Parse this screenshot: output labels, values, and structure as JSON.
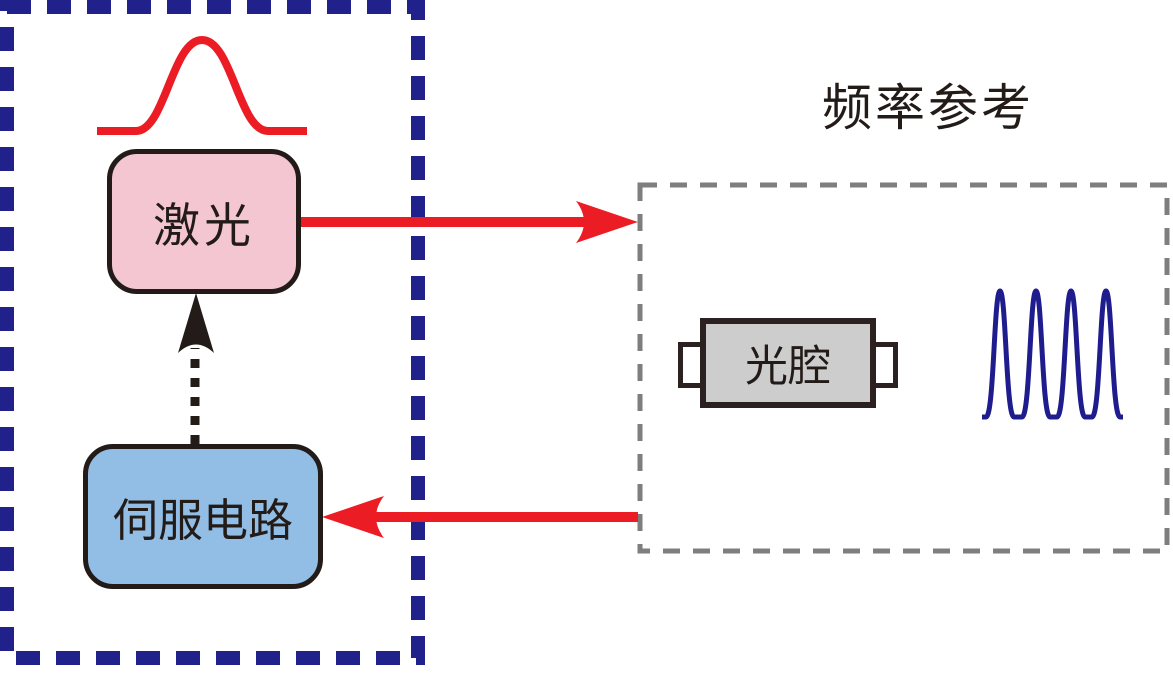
{
  "title": {
    "text": "频率参考"
  },
  "laser": {
    "label": "激光"
  },
  "servo": {
    "label": "伺服电路"
  },
  "cavity": {
    "label": "光腔"
  },
  "shapes": {
    "laser_system_boundary": "navy-dashed-rectangle",
    "reference_boundary": "gray-dashed-rectangle",
    "laser_lineshape": "red-gaussian-peak",
    "cavity_transmission": "blue-periodic-narrow-peaks",
    "laser_to_cavity": "red-arrow-right",
    "cavity_to_servo": "red-arrow-left",
    "servo_to_laser": "black-dotted-arrow-up"
  },
  "colors": {
    "red": "#ec1c24",
    "navy": "#21218c",
    "pink": "#f3c6d2",
    "light-blue": "#92bde4",
    "cavity-gray": "#cdcdcd",
    "cavity-ink": "#2a2120",
    "dash-gray": "#7e7e7e",
    "ink": "#221b18",
    "peak-blue": "#1f1c8e"
  }
}
